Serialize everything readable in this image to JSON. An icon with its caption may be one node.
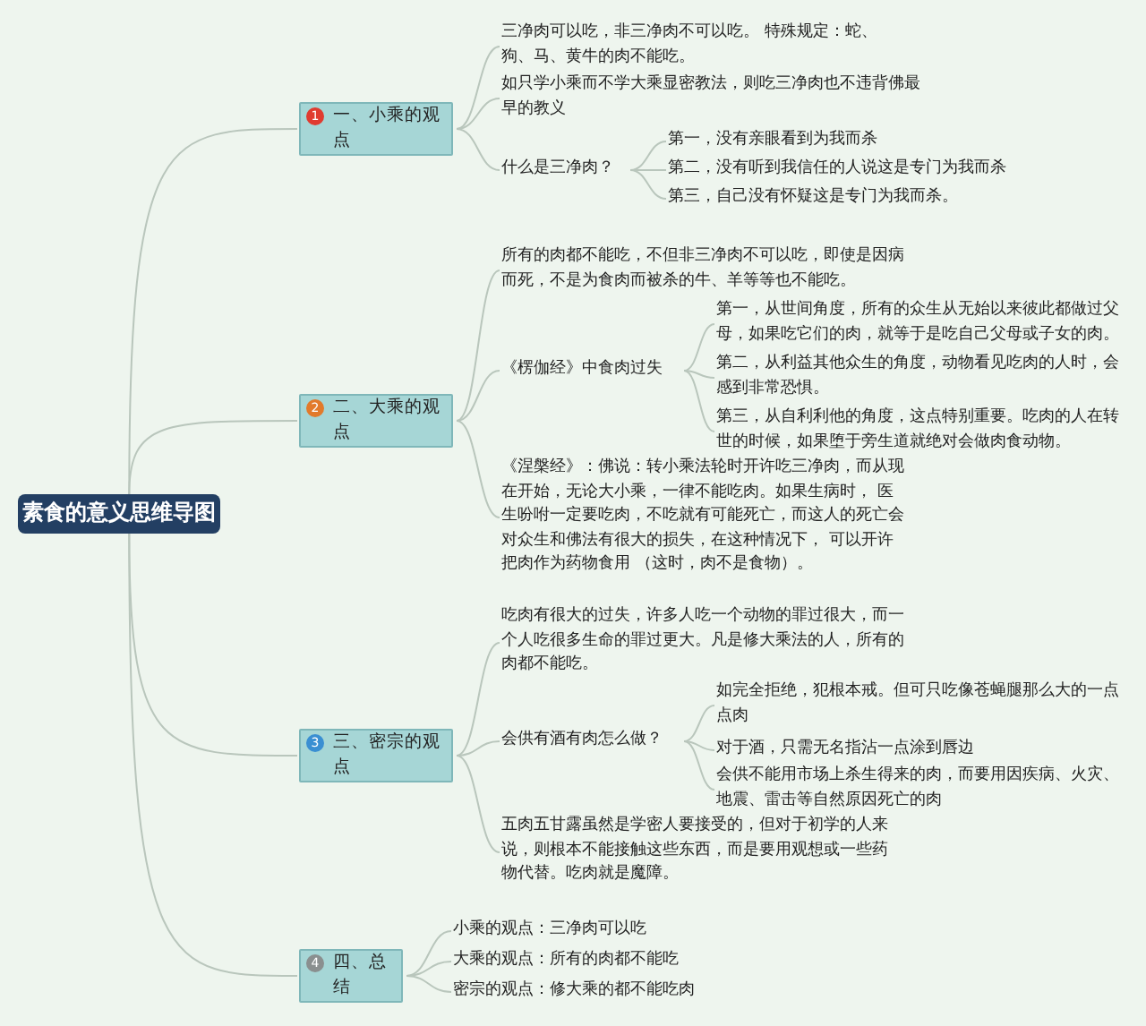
{
  "diagram": {
    "nodes": [
      {
        "text": [
          "素食的意义思维导图"
        ]
      },
      {
        "text": [
          "一、小乘的观点"
        ]
      },
      {
        "text": [
          "三净肉可以吃，非三净肉不可以吃。 特殊规定：蛇、狗、马、黄牛的肉不能吃。"
        ]
      },
      {
        "text": [
          "如只学小乘而不学大乘显密教法，则吃三净肉也不违背佛最早的教义"
        ]
      },
      {
        "text": [
          "什么是三净肉？"
        ]
      },
      {
        "text": [
          "第一，没有亲眼看到为我而杀"
        ]
      },
      {
        "text": [
          "第二，没有听到我信任的人说这是专门为我而杀"
        ]
      },
      {
        "text": [
          "第三，自己没有怀疑这是专门为我而杀。"
        ]
      },
      {
        "text": [
          "二、大乘的观点"
        ]
      },
      {
        "text": [
          "所有的肉都不能吃，不但非三净肉不可以吃，即使是因病而死，不是为食肉而被杀的牛、羊等等也不能吃。"
        ]
      },
      {
        "text": [
          "《楞伽经》中食肉过失"
        ]
      },
      {
        "text": [
          "第一，从世间角度，所有的众生从无始以来彼此都做过父母，如果吃它们的肉，就等于是吃自己父母或子女的肉。"
        ]
      },
      {
        "text": [
          "第二，从利益其他众生的角度，动物看见吃肉的人时，会感到非常恐惧。"
        ]
      },
      {
        "text": [
          "第三，从自利利他的角度，这点特别重要。吃肉的人在转世的时候，如果堕于旁生道就绝对会做肉食动物。"
        ]
      },
      {
        "text": [
          "《涅槃经》：佛说：转小乘法轮时开许吃三净肉，而从现在开始，无论大小乘，一律不能吃肉。如果生病时， 医生吩咐一定要吃肉，不吃就有可能死亡，而这人的死亡会对众生和佛法有很大的损失，在这种情况下， 可以开许把肉作为药物食用 （这时，肉不是食物）。"
        ]
      },
      {
        "text": [
          "三、密宗的观点"
        ]
      },
      {
        "text": [
          "吃肉有很大的过失，许多人吃一个动物的罪过很大，而一个人吃很多生命的罪过更大。凡是修大乘法的人，所有的肉都不能吃。"
        ]
      },
      {
        "text": [
          "会供有酒有肉怎么做？"
        ]
      },
      {
        "text": [
          "如完全拒绝，犯根本戒。但可只吃像苍蝇腿那么大的一点点肉"
        ]
      },
      {
        "text": [
          "对于酒，只需无名指沾一点涂到唇边"
        ]
      },
      {
        "text": [
          "会供不能用市场上杀生得来的肉，而要用因疾病、火灾、地震、雷击等自然原因死亡的肉"
        ]
      },
      {
        "text": [
          "五肉五甘露虽然是学密人要接受的，但对于初学的人来说，则根本不能接触这些东西，而是要用观想或一些药物代替。吃肉就是魔障。"
        ]
      },
      {
        "text": [
          "四、总结"
        ]
      },
      {
        "text": [
          "小乘的观点：三净肉可以吃"
        ]
      },
      {
        "text": [
          "大乘的观点：所有的肉都不能吃"
        ]
      },
      {
        "text": [
          "密宗的观点：修大乘的都不能吃肉"
        ]
      }
    ],
    "edges": [
      {
        "from": 0,
        "to": 1,
        "arrow": "none"
      },
      {
        "from": 0,
        "to": 8,
        "arrow": "none"
      },
      {
        "from": 0,
        "to": 15,
        "arrow": "none"
      },
      {
        "from": 0,
        "to": 22,
        "arrow": "none"
      },
      {
        "from": 1,
        "to": 2,
        "arrow": "none"
      },
      {
        "from": 1,
        "to": 3,
        "arrow": "none"
      },
      {
        "from": 1,
        "to": 4,
        "arrow": "none"
      },
      {
        "from": 4,
        "to": 5,
        "arrow": "none"
      },
      {
        "from": 4,
        "to": 6,
        "arrow": "none"
      },
      {
        "from": 4,
        "to": 7,
        "arrow": "none"
      },
      {
        "from": 8,
        "to": 9,
        "arrow": "none"
      },
      {
        "from": 8,
        "to": 10,
        "arrow": "none"
      },
      {
        "from": 8,
        "to": 14,
        "arrow": "none"
      },
      {
        "from": 10,
        "to": 11,
        "arrow": "none"
      },
      {
        "from": 10,
        "to": 12,
        "arrow": "none"
      },
      {
        "from": 10,
        "to": 13,
        "arrow": "none"
      },
      {
        "from": 15,
        "to": 16,
        "arrow": "none"
      },
      {
        "from": 15,
        "to": 17,
        "arrow": "none"
      },
      {
        "from": 15,
        "to": 21,
        "arrow": "none"
      },
      {
        "from": 17,
        "to": 18,
        "arrow": "none"
      },
      {
        "from": 17,
        "to": 19,
        "arrow": "none"
      },
      {
        "from": 17,
        "to": 20,
        "arrow": "none"
      },
      {
        "from": 22,
        "to": 23,
        "arrow": "none"
      },
      {
        "from": 22,
        "to": 24,
        "arrow": "none"
      },
      {
        "from": 22,
        "to": 25,
        "arrow": "none"
      }
    ],
    "labels": [
      "1",
      "2",
      "3",
      "4"
    ]
  }
}
